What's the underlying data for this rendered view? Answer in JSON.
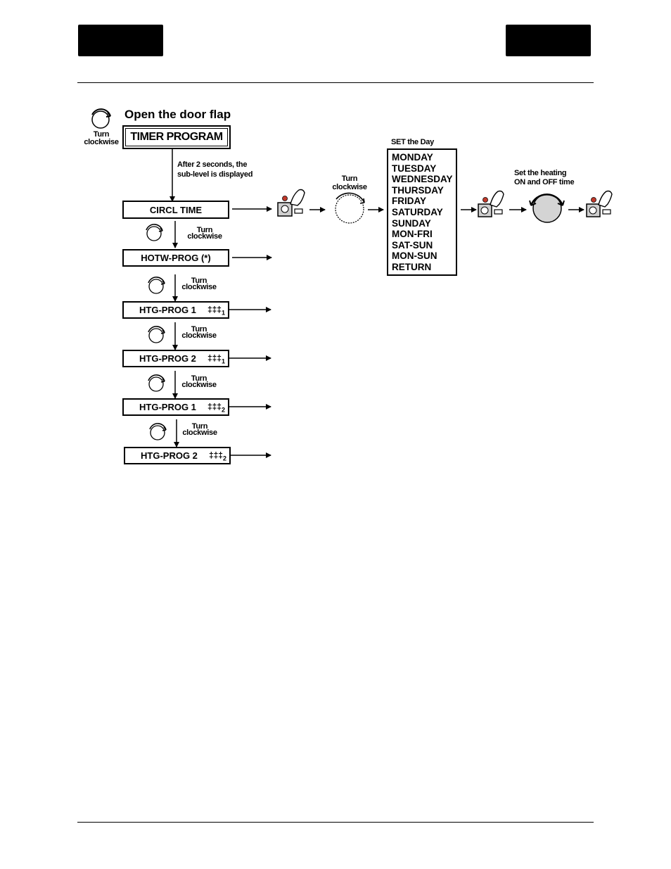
{
  "header": {
    "left_block": "",
    "right_block": ""
  },
  "step_open": {
    "title": "Open the door flap"
  },
  "knob_top": {
    "caption_line1": "Turn",
    "caption_line2": "clockwise"
  },
  "timer_program": {
    "label": "TIMER PROGRAM"
  },
  "delay_note": {
    "line1": "After 2 seconds, the",
    "line2": "sub-level is displayed"
  },
  "menu_items": [
    {
      "label": "CIRCL TIME",
      "symbol": "",
      "sub": ""
    },
    {
      "label": "HOTW-PROG (*)",
      "symbol": "",
      "sub": ""
    },
    {
      "label": "HTG-PROG 1",
      "symbol": "‡‡‡",
      "sub": "1"
    },
    {
      "label": "HTG-PROG 2",
      "symbol": "‡‡‡",
      "sub": "1"
    },
    {
      "label": "HTG-PROG 1",
      "symbol": "‡‡‡",
      "sub": "2"
    },
    {
      "label": "HTG-PROG 2",
      "symbol": "‡‡‡",
      "sub": "2"
    }
  ],
  "turn_labels": [
    {
      "line1": "Turn",
      "line2": "clockwise"
    },
    {
      "line1": "Turn",
      "line2": "clockwise"
    },
    {
      "line1": "Turn",
      "line2": "clockwise"
    },
    {
      "line1": "Turn",
      "line2": "clockwise"
    },
    {
      "line1": "Turn",
      "line2": "clockwise"
    }
  ],
  "flow": {
    "turn_caption": {
      "line1": "Turn",
      "line2": "clockwise"
    },
    "set_day_title": "SET the Day",
    "days": [
      "MONDAY",
      "TUESDAY",
      "WEDNESDAY",
      "THURSDAY",
      "FRIDAY",
      "SATURDAY",
      "SUNDAY",
      "MON-FRI",
      "SAT-SUN",
      "MON-SUN",
      "RETURN"
    ],
    "heating_caption": {
      "line1": "Set the heating",
      "line2": "ON and OFF time"
    }
  },
  "colors": {
    "ink": "#000000",
    "led": "#c0392b",
    "knob_fill": "#d4d4d4",
    "button_fill": "#cfcfcf"
  }
}
